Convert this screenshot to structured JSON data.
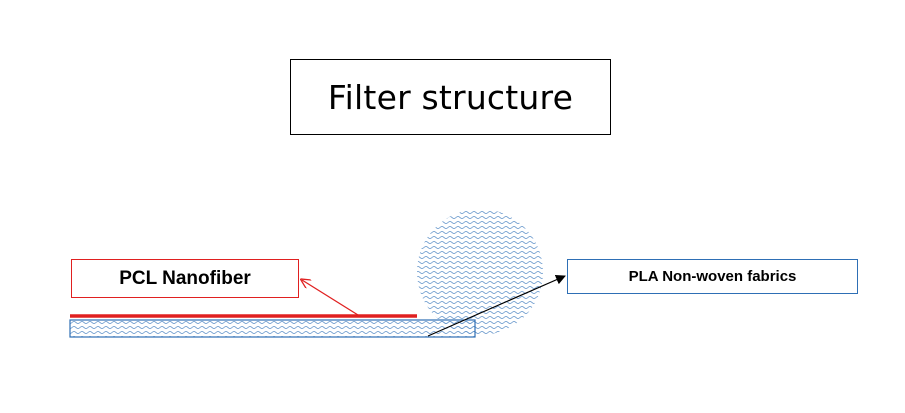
{
  "title": "Filter structure",
  "labels": {
    "pcl": "PCL Nanofiber",
    "pla": "PLA Non-woven fabrics"
  },
  "colors": {
    "nanofiber": "#e02020",
    "nonwoven_border": "#2e6fb5",
    "texture": "#5b8fc7",
    "arrow_pla": "#000000"
  }
}
